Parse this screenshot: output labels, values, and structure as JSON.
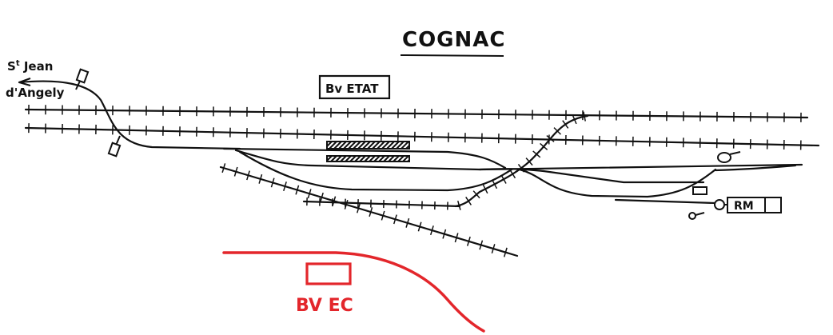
{
  "title": "COGNAC",
  "direction": {
    "line1_main": "S",
    "line1_sup": "t",
    "line1_rest": " Jean",
    "line2": "d'Angely"
  },
  "station_state": "Bv ETAT",
  "depot": "RM",
  "station_ec": "BV EC",
  "colors": {
    "ink": "#111111",
    "accent": "#e3262b",
    "background": "#ffffff"
  }
}
